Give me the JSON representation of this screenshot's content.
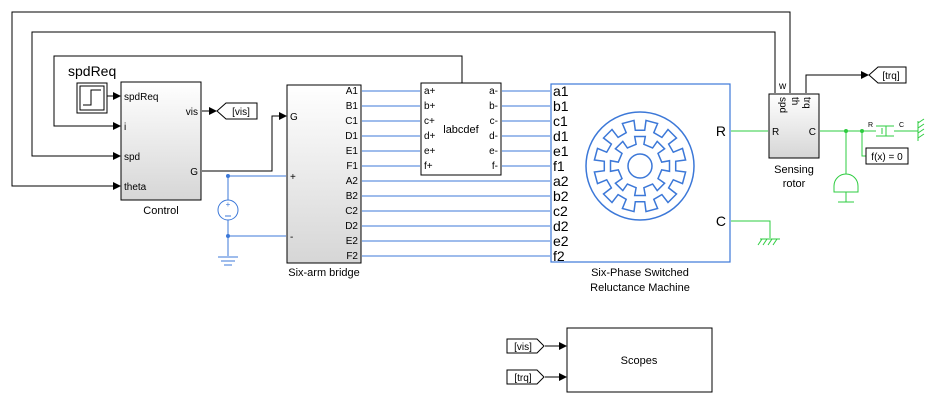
{
  "blocks": {
    "step": {
      "label": "spdReq"
    },
    "control": {
      "label": "Control",
      "inputs": [
        "spdReq",
        "i",
        "spd",
        "theta"
      ],
      "outputs": [
        "vis",
        "G"
      ]
    },
    "vis_goto": {
      "tag": "[vis]"
    },
    "bridge": {
      "label": "Six-arm bridge",
      "left_ports": [
        "G",
        "+",
        "-"
      ],
      "right_ports": [
        "A1",
        "B1",
        "C1",
        "D1",
        "E1",
        "F1",
        "A2",
        "B2",
        "C2",
        "D2",
        "E2",
        "F2"
      ]
    },
    "labcdef": {
      "label": "labcdef",
      "left_ports": [
        "a+",
        "b+",
        "c+",
        "d+",
        "e+",
        "f+"
      ],
      "right_ports": [
        "a-",
        "b-",
        "c-",
        "d-",
        "e-",
        "f-"
      ]
    },
    "machine": {
      "label_line1": "Six-Phase Switched",
      "label_line2": "Reluctance Machine",
      "left_ports": [
        "a1",
        "b1",
        "c1",
        "d1",
        "e1",
        "f1",
        "a2",
        "b2",
        "c2",
        "d2",
        "e2",
        "f2"
      ],
      "right_ports": [
        "R",
        "C"
      ]
    },
    "sensor": {
      "label_line1": "Sensing",
      "label_line2": "rotor",
      "top_ports": [
        "spd",
        "th",
        "trq"
      ],
      "side_ports": [
        "R",
        "C"
      ],
      "w_label": "w"
    },
    "trq_goto": {
      "tag": "[trq]"
    },
    "spring": {
      "label_r": "R",
      "label_c": "C"
    },
    "solver": {
      "label": "f(x) = 0"
    },
    "scopes": {
      "label": "Scopes",
      "inputs": [
        "[vis]",
        "[trq]"
      ]
    }
  },
  "colors": {
    "electrical": "#3c78d8",
    "mechanical": "#2ecc40",
    "signal": "#000000",
    "block_border": "#000000"
  }
}
